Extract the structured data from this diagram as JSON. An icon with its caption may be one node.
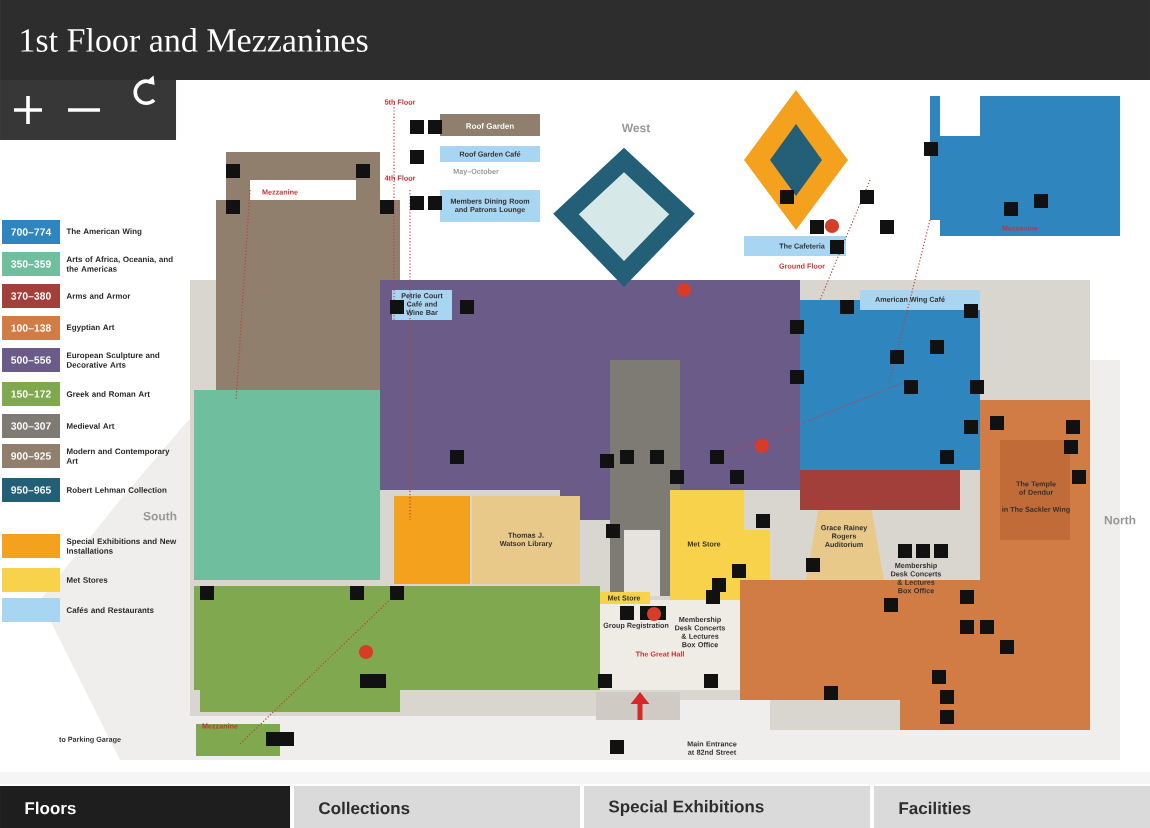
{
  "diagram": {
    "title": "1st Floor and Mezzanines",
    "labels": [
      "700–774",
      "350–359",
      "370–380",
      "100–138",
      "500–556",
      "150–172",
      "300–307",
      "900–925",
      "950–965",
      "5th Floor",
      "Roof Garden",
      "Roof Garden Café",
      "May–October",
      "4th Floor",
      "Members Dining Room and Patrons Lounge",
      "Mezzanine",
      "West",
      "The Cafeteria",
      "Ground Floor",
      "Mezzanine",
      "American Wing Café",
      "Petrie Court Café and Wine Bar",
      "South",
      "North",
      "The Temple of Dendur",
      "in The Sackler Wing",
      "Thomas J. Watson Library",
      "Met Store",
      "Grace Rainey Rogers Auditorium",
      "Membership Desk Concerts & Lectures Box Office",
      "Met Store",
      "Group Registration",
      "Membership Desk Concerts & Lectures Box Office",
      "The Great Hall",
      "Mezzanine",
      "to Parking Garage",
      "Main Entrance at 82nd Street",
      "Floors",
      "Collections",
      "Special Exhibitions",
      "Facilities"
    ],
    "legend": [
      {
        "text": "The American Wing",
        "color": "#2f86bf"
      },
      {
        "text": "Arts of Africa, Oceania, and the Americas",
        "color": "#6fbf9f"
      },
      {
        "text": "Arms and Armor",
        "color": "#a23f3a"
      },
      {
        "text": "Egyptian Art",
        "color": "#d27c45"
      },
      {
        "text": "European Sculpture and Decorative Arts",
        "color": "#6b5b88"
      },
      {
        "text": "Greek and Roman Art",
        "color": "#7fa84f"
      },
      {
        "text": "Medieval Art",
        "color": "#7d7b73"
      },
      {
        "text": "Modern and Contemporary Art",
        "color": "#8f7f6c"
      },
      {
        "text": "Robert Lehman Collection",
        "color": "#245f78"
      },
      {
        "text": "Special Exhibitions and New Installations",
        "color": "#f4a11d"
      },
      {
        "text": "Met Stores",
        "color": "#f8d24a"
      },
      {
        "text": "Cafés and Restaurants",
        "color": "#a8d5f2"
      }
    ]
  }
}
